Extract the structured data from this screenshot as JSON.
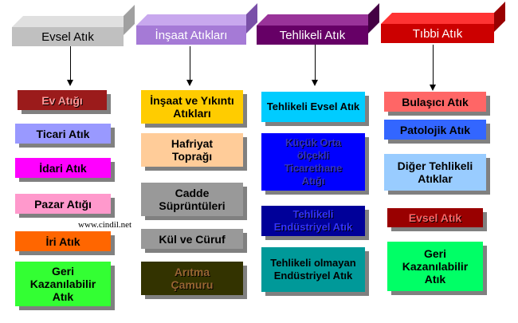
{
  "columns": [
    {
      "header": "Evsel Atık",
      "colors": {
        "face": "#c0c0c0",
        "top": "#e0e0e0",
        "side": "#a0a0a0",
        "text": "#000000"
      },
      "items": [
        {
          "label": "Ev Atığı",
          "bg": "#9b1b1b",
          "fg": "#ff9999"
        },
        {
          "label": "Ticari Atık",
          "bg": "#9999ff",
          "fg": "#000000"
        },
        {
          "label": "İdari Atık",
          "bg": "#ff00ff",
          "fg": "#000000"
        },
        {
          "label": "Pazar Atığı",
          "bg": "#ff99cc",
          "fg": "#000000"
        },
        {
          "label": "İri Atık",
          "bg": "#ff6600",
          "fg": "#000000"
        },
        {
          "label": "Geri Kazanılabilir Atık",
          "bg": "#33ff33",
          "fg": "#000000"
        }
      ]
    },
    {
      "header": "İnşaat Atıkları",
      "colors": {
        "face": "#a57ad6",
        "top": "#c8a8ee",
        "side": "#7a50a8",
        "text": "#ffffff"
      },
      "items": [
        {
          "label": "İnşaat ve Yıkıntı Atıkları",
          "bg": "#ffcc00",
          "fg": "#000000"
        },
        {
          "label": "Hafriyat Toprağı",
          "bg": "#ffcc99",
          "fg": "#000000"
        },
        {
          "label": "Cadde Süprüntüleri",
          "bg": "#999999",
          "fg": "#000000"
        },
        {
          "label": "Kül ve Cüruf",
          "bg": "#999999",
          "fg": "#000000"
        },
        {
          "label": "Arıtma Çamuru",
          "bg": "#333300",
          "fg": "#996633"
        }
      ]
    },
    {
      "header": "Tehlikeli Atık",
      "colors": {
        "face": "#660066",
        "top": "#993399",
        "side": "#440044",
        "text": "#ffffff"
      },
      "items": [
        {
          "label": "Tehlikeli Evsel Atık",
          "bg": "#00ccff",
          "fg": "#000000"
        },
        {
          "label": "Küçük Orta ölçekli Ticarethane Atığı",
          "bg": "#0000ff",
          "fg": "#3333cc"
        },
        {
          "label": "Tehlikeli Endüstriyel Atık",
          "bg": "#000099",
          "fg": "#3333ff"
        },
        {
          "label": "Tehlikeli olmayan Endüstriyel Atık",
          "bg": "#009999",
          "fg": "#000000"
        }
      ]
    },
    {
      "header": "Tıbbi Atık",
      "colors": {
        "face": "#cc0000",
        "top": "#ff3333",
        "side": "#990000",
        "text": "#ffffff"
      },
      "items": [
        {
          "label": "Bulaşıcı Atık",
          "bg": "#ff6666",
          "fg": "#000000"
        },
        {
          "label": "Patolojik Atık",
          "bg": "#3366ff",
          "fg": "#000000"
        },
        {
          "label": "Diğer Tehlikeli Atıklar",
          "bg": "#99ccff",
          "fg": "#000000"
        },
        {
          "label": "Evsel Atık",
          "bg": "#990000",
          "fg": "#ff6666"
        },
        {
          "label": "Geri Kazanılabilir Atık",
          "bg": "#00ff66",
          "fg": "#000000"
        }
      ]
    }
  ],
  "watermark": "www.cindil.net"
}
